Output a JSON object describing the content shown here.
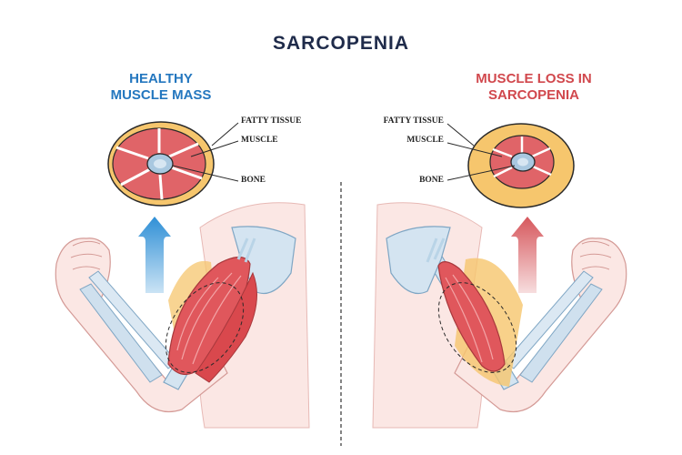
{
  "title": "SARCOPENIA",
  "panels": [
    {
      "heading_line1": "HEALTHY",
      "heading_line2": "MUSCLE MASS",
      "labels": {
        "fatty": "FATTY TISSUE",
        "muscle": "MUSCLE",
        "bone": "BONE"
      },
      "arrow_color": "#2f8fd6"
    },
    {
      "heading_line1": "MUSCLE LOSS IN",
      "heading_line2": "SARCOPENIA",
      "labels": {
        "fatty": "FATTY TISSUE",
        "muscle": "MUSCLE",
        "bone": "BONE"
      },
      "arrow_color": "#d6575c"
    }
  ],
  "colors": {
    "title": "#1f2b4a",
    "healthy": "#2477bf",
    "loss": "#d1484d",
    "fat": "#f6c66d",
    "muscle": "#e06468",
    "bone": "#a9c8e0",
    "skin": "#fbe7e4"
  }
}
